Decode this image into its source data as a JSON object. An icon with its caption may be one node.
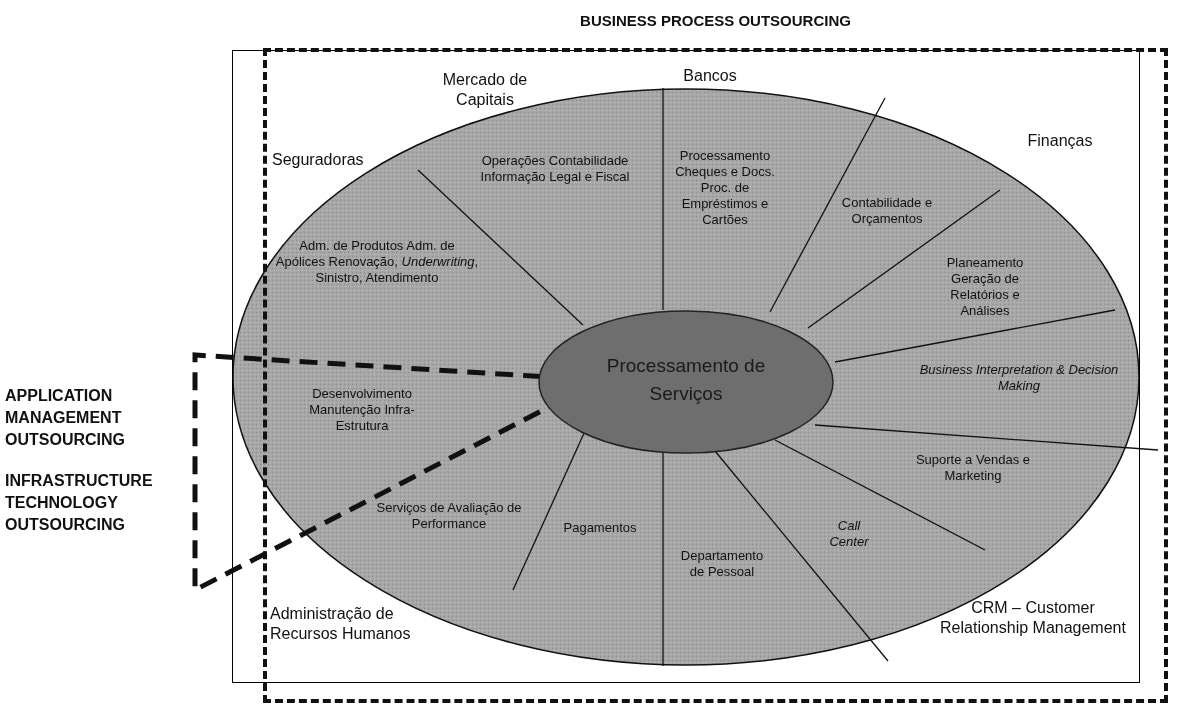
{
  "diagram": {
    "title": "BUSINESS PROCESS OUTSOURCING",
    "nodes": [
      {
        "text": [],
        "shape": "box"
      },
      {
        "text": [
          "APPLICATION MANAGEMENT OUTSOURCING",
          "INFRASTRUCTURE TECHNOLOGY OUTSOURCING"
        ]
      },
      {
        "text": [
          "Operações Contabilidade Informação Legal e Fiscal",
          "Processamento Cheques e Docs. Proc. de Empréstimos e Cartões",
          "Contabilidade e Orçamentos",
          "Adm. de Produtos Adm. de Apólices Renovação, *Underwriting*, Sinistro, Atendimento",
          "Planeamento Geração de Relatórios e Análises",
          "Business Interpretation & Decision Making",
          "Desenvolvimento Manutenção Infra-Estrutura",
          "Suporte a Vendas e Marketing",
          "Serviços de Avaliação de Performance",
          "Pagamentos",
          "Call Center",
          "Departamento de Pessoal"
        ]
      },
      {
        "text": [
          "Processamento de Serviços"
        ],
        "in": 2
      }
    ],
    "labels": [
      "Mercado de Capitais",
      "Bancos",
      "Seguradoras",
      "Finanças",
      "Administração de Recursos Humanos",
      "CRM – Customer Relationship Management"
    ]
  }
}
